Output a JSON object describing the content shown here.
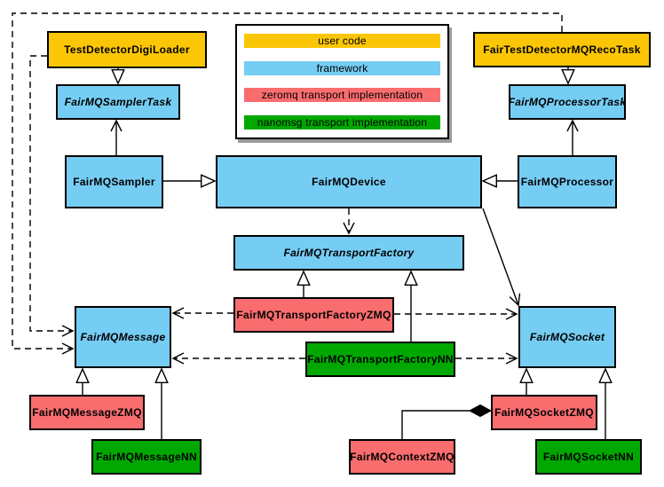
{
  "colors": {
    "user_code": "#fbc605",
    "framework": "#76cdf4",
    "zeromq": "#f96d6f",
    "nanomsg": "#01a801",
    "line": "#000000",
    "background": "#ffffff"
  },
  "legend": {
    "items": [
      {
        "label": "user code",
        "color_key": "user_code"
      },
      {
        "label": "framework",
        "color_key": "framework"
      },
      {
        "label": "zeromq transport implementation",
        "color_key": "zeromq"
      },
      {
        "label": "nanomsg transport implementation",
        "color_key": "nanomsg"
      }
    ]
  },
  "nodes": {
    "test_detector_digi_loader": {
      "label": "TestDetectorDigiLoader",
      "category": "user_code",
      "abstract": false
    },
    "fair_test_detector_mq_reco_task": {
      "label": "FairTestDetectorMQRecoTask",
      "category": "user_code",
      "abstract": false
    },
    "fairmq_sampler_task": {
      "label": "FairMQSamplerTask",
      "category": "framework",
      "abstract": true
    },
    "fairmq_processor_task": {
      "label": "FairMQProcessorTask",
      "category": "framework",
      "abstract": true
    },
    "fairmq_sampler": {
      "label": "FairMQSampler",
      "category": "framework",
      "abstract": false
    },
    "fairmq_device": {
      "label": "FairMQDevice",
      "category": "framework",
      "abstract": false
    },
    "fairmq_processor": {
      "label": "FairMQProcessor",
      "category": "framework",
      "abstract": false
    },
    "fairmq_transport_factory": {
      "label": "FairMQTransportFactory",
      "category": "framework",
      "abstract": true
    },
    "fairmq_transport_factory_zmq": {
      "label": "FairMQTransportFactoryZMQ",
      "category": "zeromq",
      "abstract": false
    },
    "fairmq_transport_factory_nn": {
      "label": "FairMQTransportFactoryNN",
      "category": "nanomsg",
      "abstract": false
    },
    "fairmq_message": {
      "label": "FairMQMessage",
      "category": "framework",
      "abstract": true
    },
    "fairmq_socket": {
      "label": "FairMQSocket",
      "category": "framework",
      "abstract": true
    },
    "fairmq_message_zmq": {
      "label": "FairMQMessageZMQ",
      "category": "zeromq",
      "abstract": false
    },
    "fairmq_message_nn": {
      "label": "FairMQMessageNN",
      "category": "nanomsg",
      "abstract": false
    },
    "fairmq_socket_zmq": {
      "label": "FairMQSocketZMQ",
      "category": "zeromq",
      "abstract": false
    },
    "fairmq_socket_nn": {
      "label": "FairMQSocketNN",
      "category": "nanomsg",
      "abstract": false
    },
    "fairmq_context_zmq": {
      "label": "FairMQContextZMQ",
      "category": "zeromq",
      "abstract": false
    }
  },
  "edges": [
    {
      "from": "TestDetectorDigiLoader",
      "to": "FairMQSamplerTask",
      "type": "inheritance"
    },
    {
      "from": "FairTestDetectorMQRecoTask",
      "to": "FairMQProcessorTask",
      "type": "inheritance"
    },
    {
      "from": "FairMQSampler",
      "to": "FairMQDevice",
      "type": "inheritance"
    },
    {
      "from": "FairMQProcessor",
      "to": "FairMQDevice",
      "type": "inheritance"
    },
    {
      "from": "FairMQTransportFactoryZMQ",
      "to": "FairMQTransportFactory",
      "type": "inheritance"
    },
    {
      "from": "FairMQTransportFactoryNN",
      "to": "FairMQTransportFactory",
      "type": "inheritance"
    },
    {
      "from": "FairMQMessageZMQ",
      "to": "FairMQMessage",
      "type": "inheritance"
    },
    {
      "from": "FairMQMessageNN",
      "to": "FairMQMessage",
      "type": "inheritance"
    },
    {
      "from": "FairMQSocketZMQ",
      "to": "FairMQSocket",
      "type": "inheritance"
    },
    {
      "from": "FairMQSocketNN",
      "to": "FairMQSocket",
      "type": "inheritance"
    },
    {
      "from": "FairMQSampler",
      "to": "FairMQSamplerTask",
      "type": "association"
    },
    {
      "from": "FairMQProcessor",
      "to": "FairMQProcessorTask",
      "type": "association"
    },
    {
      "from": "FairMQDevice",
      "to": "FairMQSocket",
      "type": "association"
    },
    {
      "from": "FairMQDevice",
      "to": "FairMQTransportFactory",
      "type": "dependency"
    },
    {
      "from": "TestDetectorDigiLoader",
      "to": "FairMQMessage",
      "type": "dependency"
    },
    {
      "from": "FairTestDetectorMQRecoTask",
      "to": "FairMQMessage",
      "type": "dependency"
    },
    {
      "from": "FairMQTransportFactoryZMQ",
      "to": "FairMQMessage",
      "type": "dependency"
    },
    {
      "from": "FairMQTransportFactoryZMQ",
      "to": "FairMQSocket",
      "type": "dependency"
    },
    {
      "from": "FairMQTransportFactoryNN",
      "to": "FairMQMessage",
      "type": "dependency"
    },
    {
      "from": "FairMQTransportFactoryNN",
      "to": "FairMQSocket",
      "type": "dependency"
    },
    {
      "from": "FairMQContextZMQ",
      "to": "FairMQSocketZMQ",
      "type": "composition"
    }
  ]
}
